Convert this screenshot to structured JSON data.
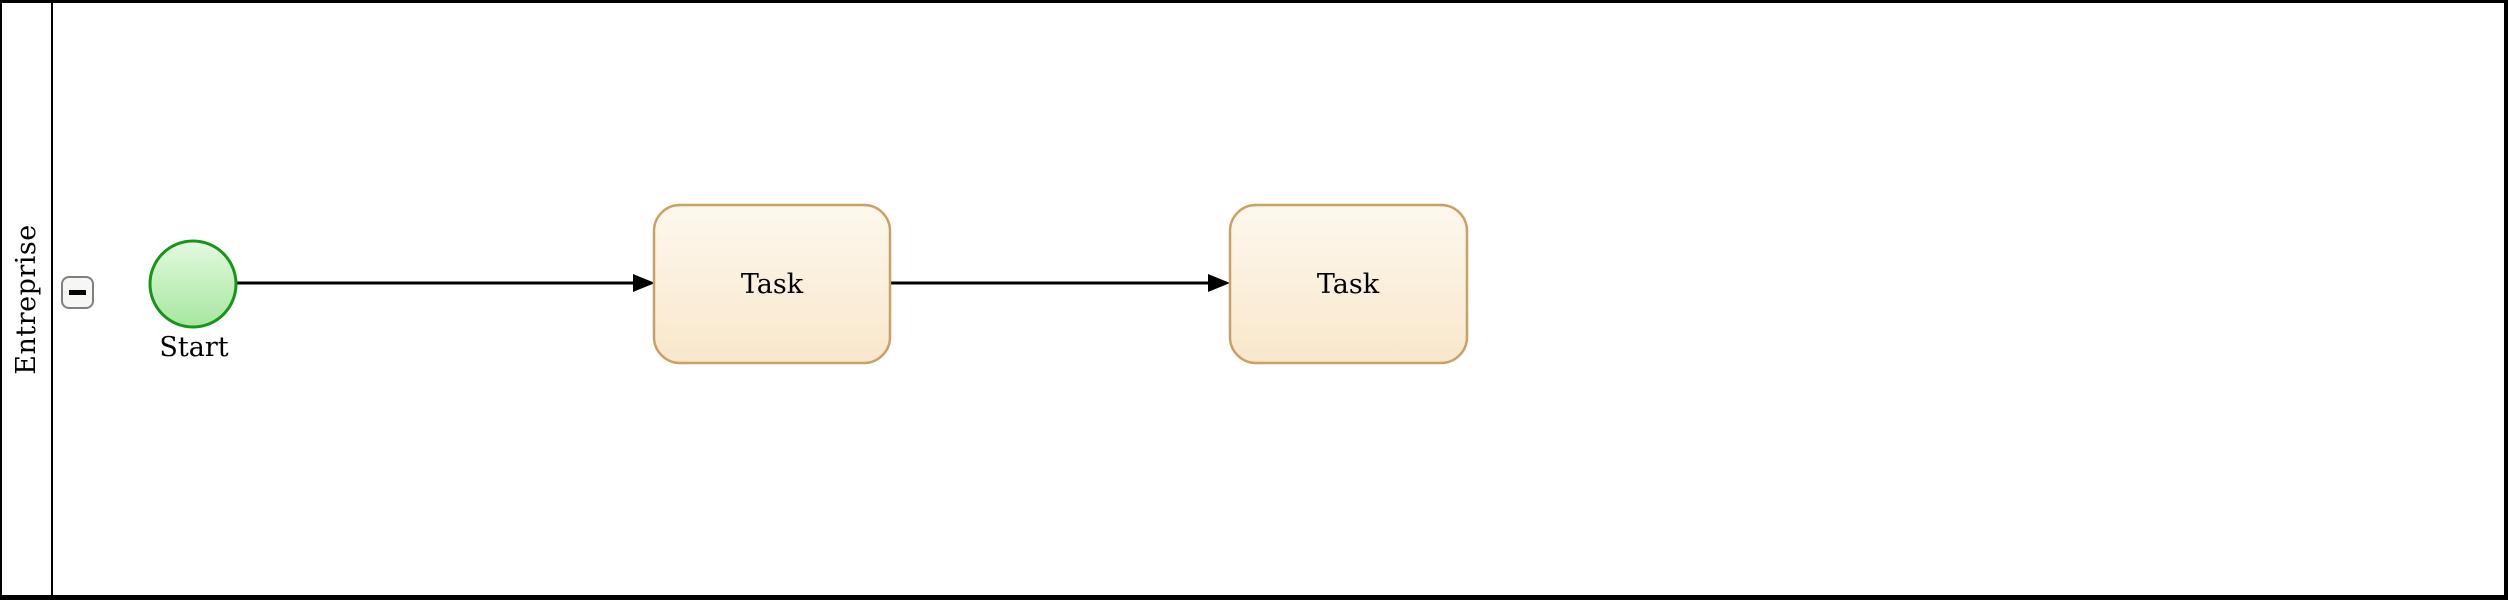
{
  "diagram_type": "bpmn-process",
  "pool": {
    "label": "Entreprise",
    "collapse_icon": "minus-in-rounded-square"
  },
  "nodes": {
    "start_event": {
      "label": "Start",
      "stroke": "#169616",
      "fill_top": "#e3f9df",
      "fill_bottom": "#a7e79f"
    },
    "tasks": [
      {
        "label": "Task"
      },
      {
        "label": "Task"
      }
    ],
    "task_style": {
      "stroke": "#c8a165",
      "fill_top": "#fdf8ee",
      "fill_bottom": "#f8e7cb"
    }
  },
  "flows": {
    "color": "#000000"
  }
}
